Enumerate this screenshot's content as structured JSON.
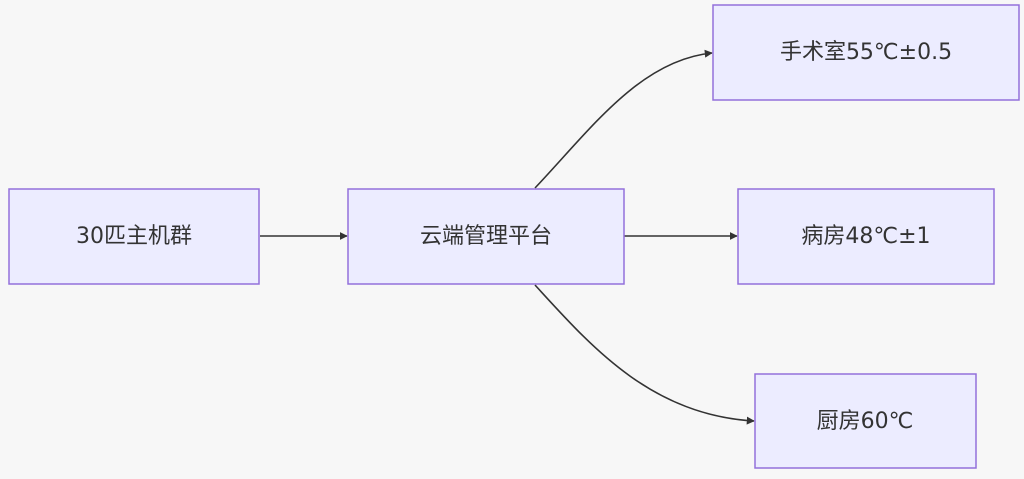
{
  "nodes": {
    "source": {
      "label": "30匹主机群"
    },
    "platform": {
      "label": "云端管理平台"
    },
    "surgery": {
      "label": "手术室55℃±0.5"
    },
    "ward": {
      "label": "病房48℃±1"
    },
    "kitchen": {
      "label": "厨房60℃"
    }
  },
  "edges": [
    {
      "from": "30匹主机群",
      "to": "云端管理平台"
    },
    {
      "from": "云端管理平台",
      "to": "手术室55℃±0.5"
    },
    {
      "from": "云端管理平台",
      "to": "病房48℃±1"
    },
    {
      "from": "云端管理平台",
      "to": "厨房60℃"
    }
  ],
  "colors": {
    "background": "#f7f7f7",
    "node_fill": "#ececff",
    "node_border": "#9370db",
    "text": "#333333",
    "edge": "#333333"
  }
}
